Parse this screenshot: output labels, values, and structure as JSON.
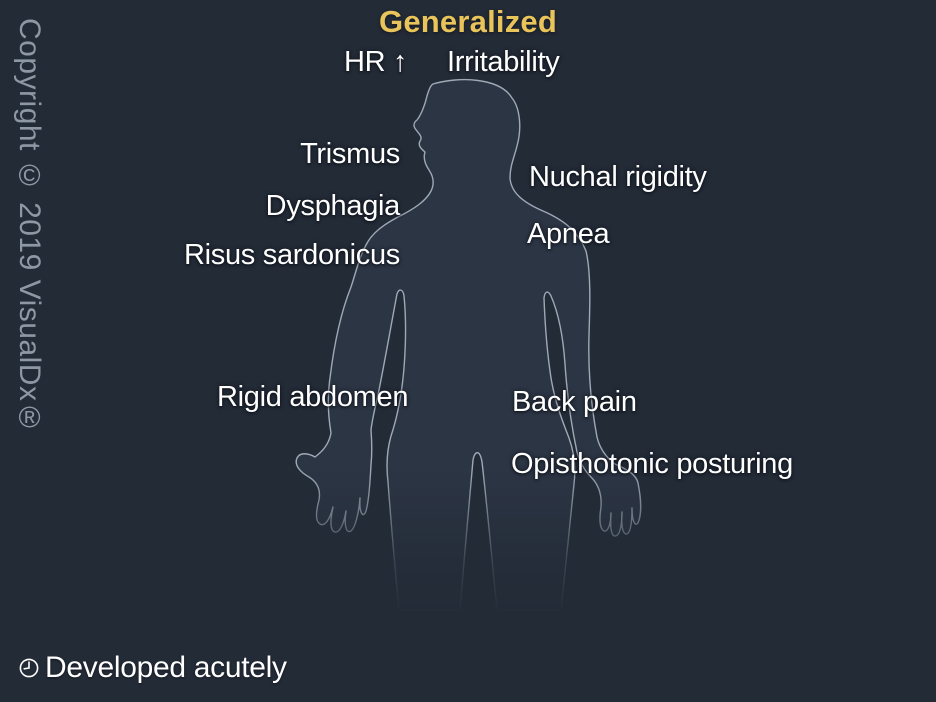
{
  "diagram": {
    "type": "symptom-overlay-figure",
    "title": "Generalized",
    "figure": "human-body-silhouette",
    "colors": {
      "background": "#232b37",
      "title_accent": "#e9c45a",
      "label_text": "#ffffff",
      "watermark_text": "#8e97a4",
      "figure_fill": "#2c3544",
      "figure_outline": "#9fa9b6"
    }
  },
  "labels": {
    "hr": "HR ↑",
    "irritability": "Irritability",
    "trismus": "Trismus",
    "dysphagia": "Dysphagia",
    "risus_sardonicus": "Risus sardonicus",
    "nuchal_rigidity": "Nuchal rigidity",
    "apnea": "Apnea",
    "rigid_abdomen": "Rigid abdomen",
    "back_pain": "Back pain",
    "opisthotonic_posturing": "Opisthotonic posturing"
  },
  "footer": {
    "developed": "Developed acutely",
    "icon": "clock-icon"
  },
  "watermark": "Copyright © 2019 VisualDx®"
}
